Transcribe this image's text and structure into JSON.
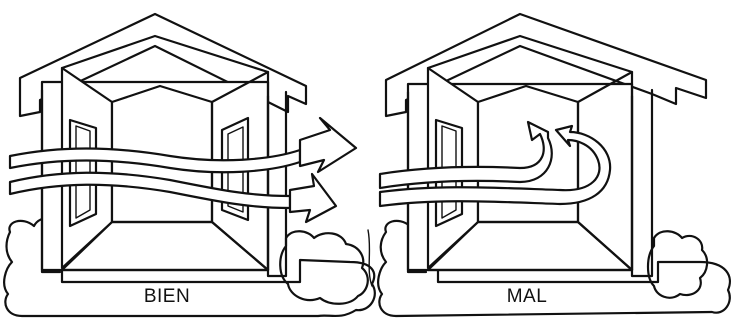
{
  "panels": [
    {
      "id": "good",
      "label": "BIEN"
    },
    {
      "id": "bad",
      "label": "MAL"
    }
  ]
}
